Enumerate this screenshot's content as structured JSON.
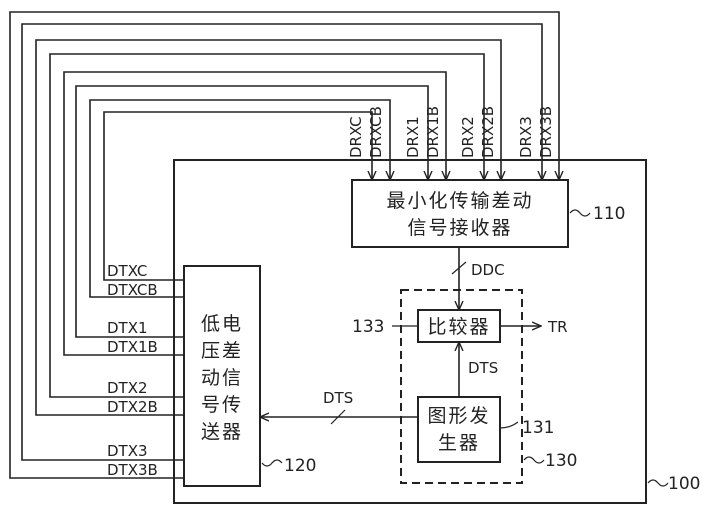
{
  "blocks": {
    "receiver": {
      "line1": "最小化传输差动",
      "line2": "信号接收器"
    },
    "transmitter": {
      "line1": "低电",
      "line2": "压差",
      "line3": "动信",
      "line4": "号传",
      "line5": "送器"
    },
    "comparator": "比较器",
    "generator": {
      "line1": "图形发",
      "line2": "生器"
    }
  },
  "refs": {
    "system": "100",
    "receiver": "110",
    "transmitter": "120",
    "test_unit": "130",
    "generator": "131",
    "comparator": "133"
  },
  "signals": {
    "rx": [
      "DRXC",
      "DRXCB",
      "DRX1",
      "DRX1B",
      "DRX2",
      "DRX2B",
      "DRX3",
      "DRX3B"
    ],
    "tx": [
      "DTXC",
      "DTXCB",
      "DTX1",
      "DTX1B",
      "DTX2",
      "DTX2B",
      "DTX3",
      "DTX3B"
    ],
    "ddc": "DDC",
    "dts_internal": "DTS",
    "dts_bus": "DTS",
    "tr": "TR"
  }
}
